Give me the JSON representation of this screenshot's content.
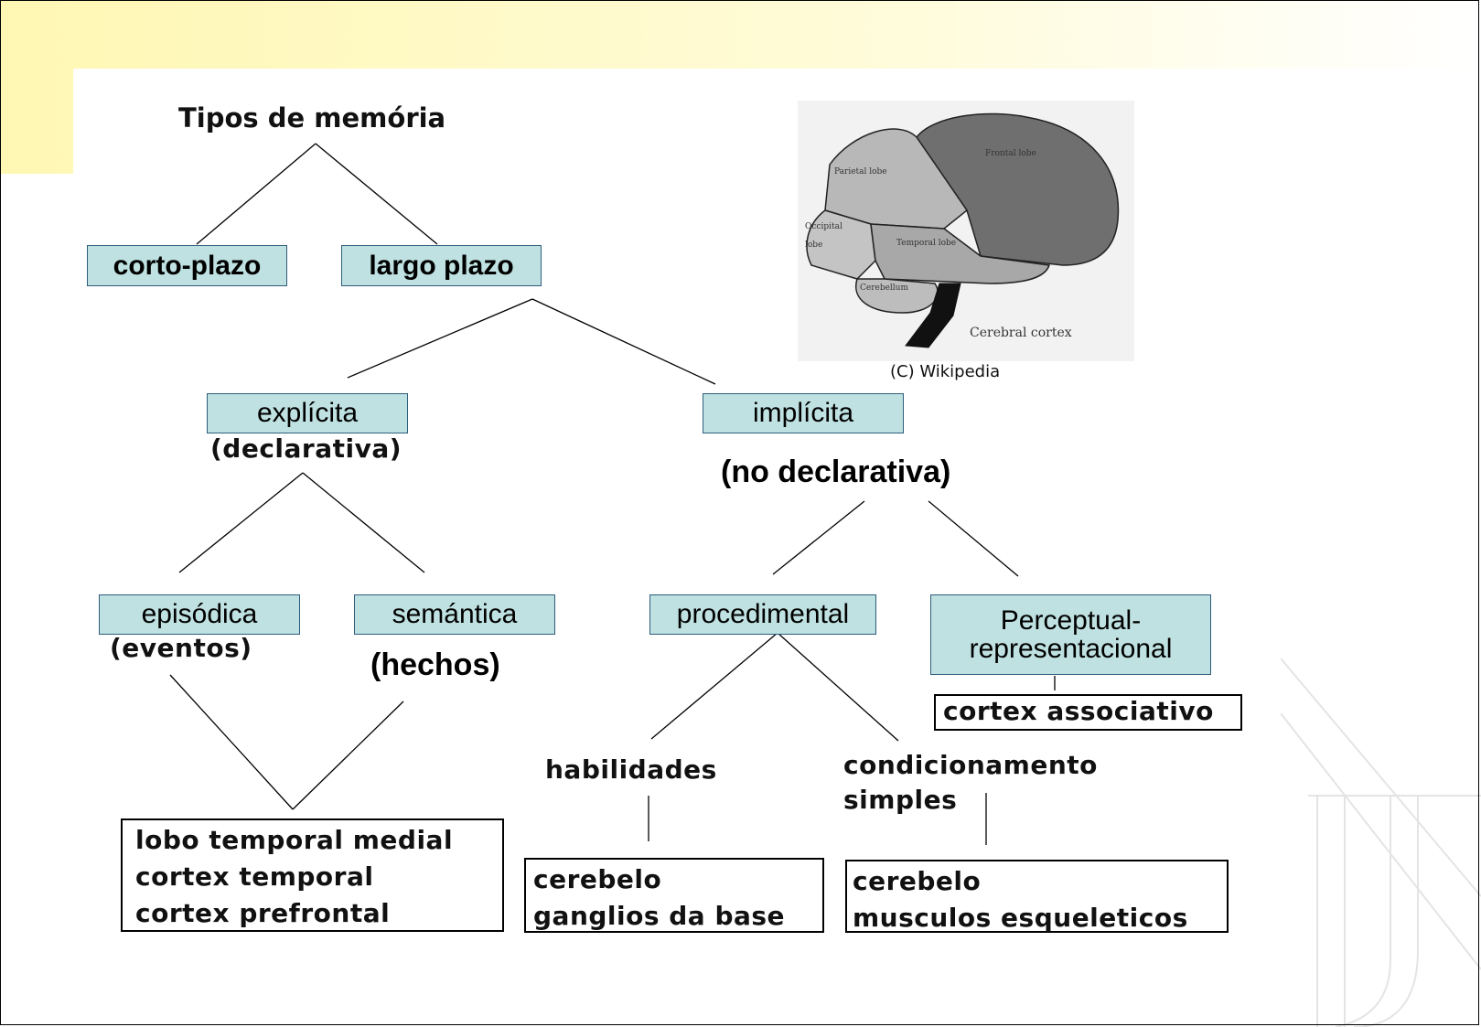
{
  "title": "Tipos de memória",
  "nodes": {
    "short_term": "corto-plazo",
    "long_term": "largo plazo",
    "explicit": "explícita",
    "explicit_sub": "(declarativa)",
    "implicit": "implícita",
    "implicit_sub": "(no declarativa)",
    "episodic": "episódica",
    "episodic_sub": "(eventos)",
    "semantic": "semántica",
    "semantic_sub": "(hechos)",
    "procedural": "procedimental",
    "perceptual_line1": "Perceptual-",
    "perceptual_line2": "representacional"
  },
  "leaves": {
    "skills": "habilidades",
    "conditioning_line1": "condicionamento",
    "conditioning_line2": "simples"
  },
  "regions": {
    "declarative": [
      "lobo temporal medial",
      "cortex temporal",
      "cortex prefrontal"
    ],
    "skills": [
      "cerebelo",
      "ganglios da base"
    ],
    "conditioning": [
      "cerebelo",
      "musculos esqueleticos"
    ],
    "perceptual": [
      "cortex associativo"
    ]
  },
  "brain": {
    "labels": {
      "frontal": "Frontal lobe",
      "parietal": "Parietal lobe",
      "occipital_line1": "Occipital",
      "occipital_line2": "lobe",
      "temporal": "Temporal lobe",
      "cerebellum": "Cerebellum",
      "cortex": "Cerebral cortex"
    },
    "caption": "(C) Wikipedia"
  }
}
